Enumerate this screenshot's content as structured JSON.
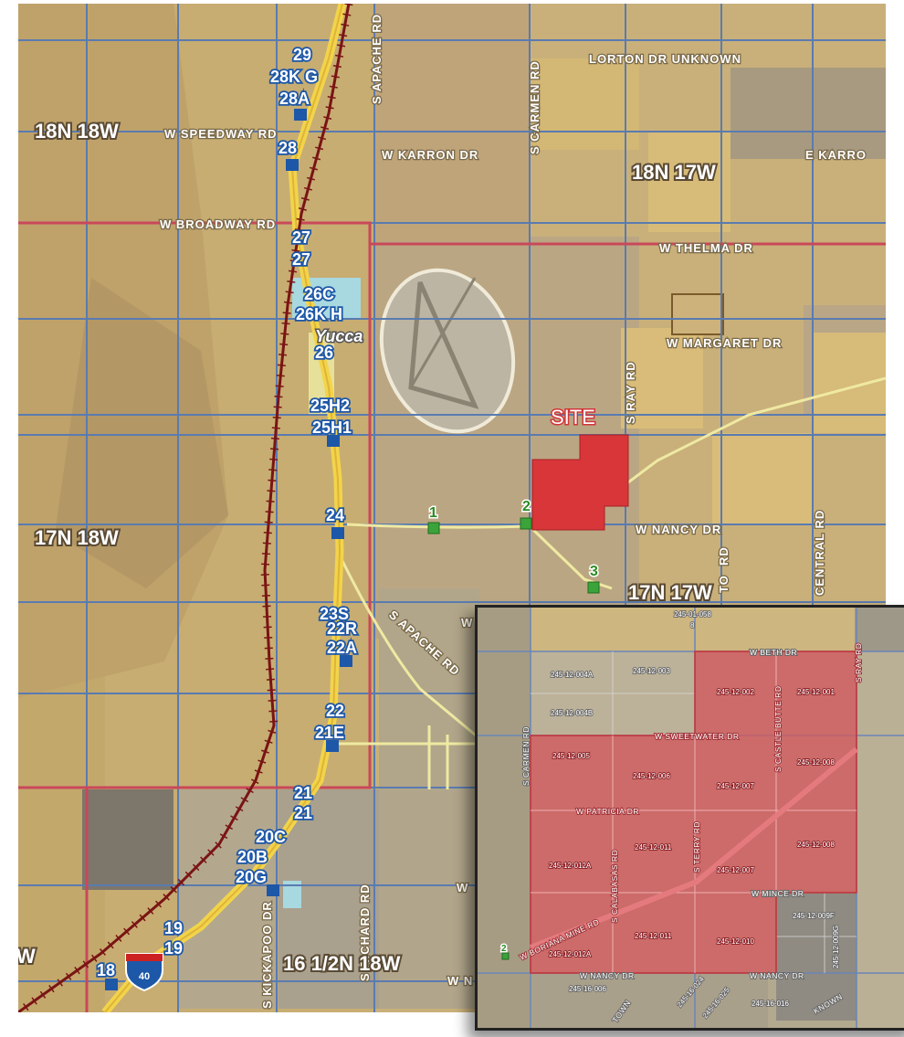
{
  "roads": {
    "apache_north": "S APACHE RD",
    "carmen": "S CARMEN RD",
    "lorton": "LORTON DR UNKNOWN",
    "speedway": "W SPEEDWAY RD",
    "karron": "W KARRON DR",
    "karron_east": "E KARRO",
    "broadway": "W BROADWAY RD",
    "thelma": "W THELMA DR",
    "margaret": "W MARGARET DR",
    "ray": "S RAY RD",
    "nancy": "W NANCY DR",
    "central": "CENTRAL RD",
    "apache_south": "S APACHE RD",
    "richard": "S RICHARD RD",
    "kickapoo": "S KICKAPOO DR",
    "nancy_partial": "W N",
    "w_partial": "W",
    "w_partial2": "W",
    "rd_partial": "RD",
    "to_partial": "TO"
  },
  "townships": {
    "t18n18w": "18N 18W",
    "t18n17w": "18N 17W",
    "t17n18w": "17N 18W",
    "t17n17w": "17N 17W",
    "t16n18w": "16 1/2N 18W",
    "w_edge": "W"
  },
  "town": "Yucca",
  "site_label": "SITE",
  "interstate": "40",
  "markers": {
    "m29": "29",
    "m28kg": "28K G",
    "m28a": "28A",
    "m28": "28",
    "m27a": "27",
    "m27b": "27",
    "m26c": "26C",
    "m26kh": "26K H",
    "m26": "26",
    "m25h2": "25H2",
    "m25h1": "25H1",
    "m24": "24",
    "m23s": "23S",
    "m22r": "22R",
    "m22a": "22A",
    "m22": "22",
    "m21e": "21E",
    "m21a": "21",
    "m21b": "21",
    "m20c": "20C",
    "m20b": "20B",
    "m20g": "20G",
    "m19a": "19",
    "m19b": "19",
    "m18": "18"
  },
  "green_points": {
    "p1": "1",
    "p2": "2",
    "p3": "3"
  },
  "inset": {
    "parcels": {
      "a01058": "245-01-058",
      "top8": "8",
      "a004a": "245-12-004A",
      "a003": "245-12-003",
      "a004b": "245-12-004B",
      "a002": "245-12-002",
      "a001": "245-12-001",
      "a005": "245-12-005",
      "a006": "245-12-006",
      "a007a": "245-12-007",
      "a008a": "245-12-008",
      "a011a": "245-12-011",
      "a007b": "245-12-007",
      "a008b": "245-12-008",
      "a012a_1": "245-12-012A",
      "a011b": "245-12-011",
      "a010": "245-12-010",
      "a012a_2": "245-12-012A",
      "a009f": "245-12-009F",
      "a009g": "245-12-009G",
      "a16006": "245-16-006",
      "a16024": "245-16-024",
      "a16025": "245-16-025",
      "a16016": "245-16-016"
    },
    "roads": {
      "beth": "W BETH DR",
      "ray": "S RAY RD",
      "carmen": "S CARMEN RD",
      "sweetwater": "W SWEETWATER DR",
      "castle_butte": "S CASTLE BUTTE RD",
      "terry": "S TERRY RD",
      "patricia": "W PATRICIA DR",
      "calabasas": "S CALABASAS RD",
      "mince": "W MINCE DR",
      "boriana": "W BORIANA MINE RD",
      "nancy_w": "W NANCY DR",
      "nancy_e": "W NANCY DR",
      "town": "TOWN",
      "tail": "KNOWN"
    },
    "point_label": "2"
  },
  "colors": {
    "site": "#d9363a",
    "section_line": "#5a7bb0",
    "township_line": "#c9485a",
    "highway": "#f2d44b",
    "railroad": "#7a1414",
    "mile_marker": "#1d57a8",
    "green_point": "#3aa33a"
  }
}
